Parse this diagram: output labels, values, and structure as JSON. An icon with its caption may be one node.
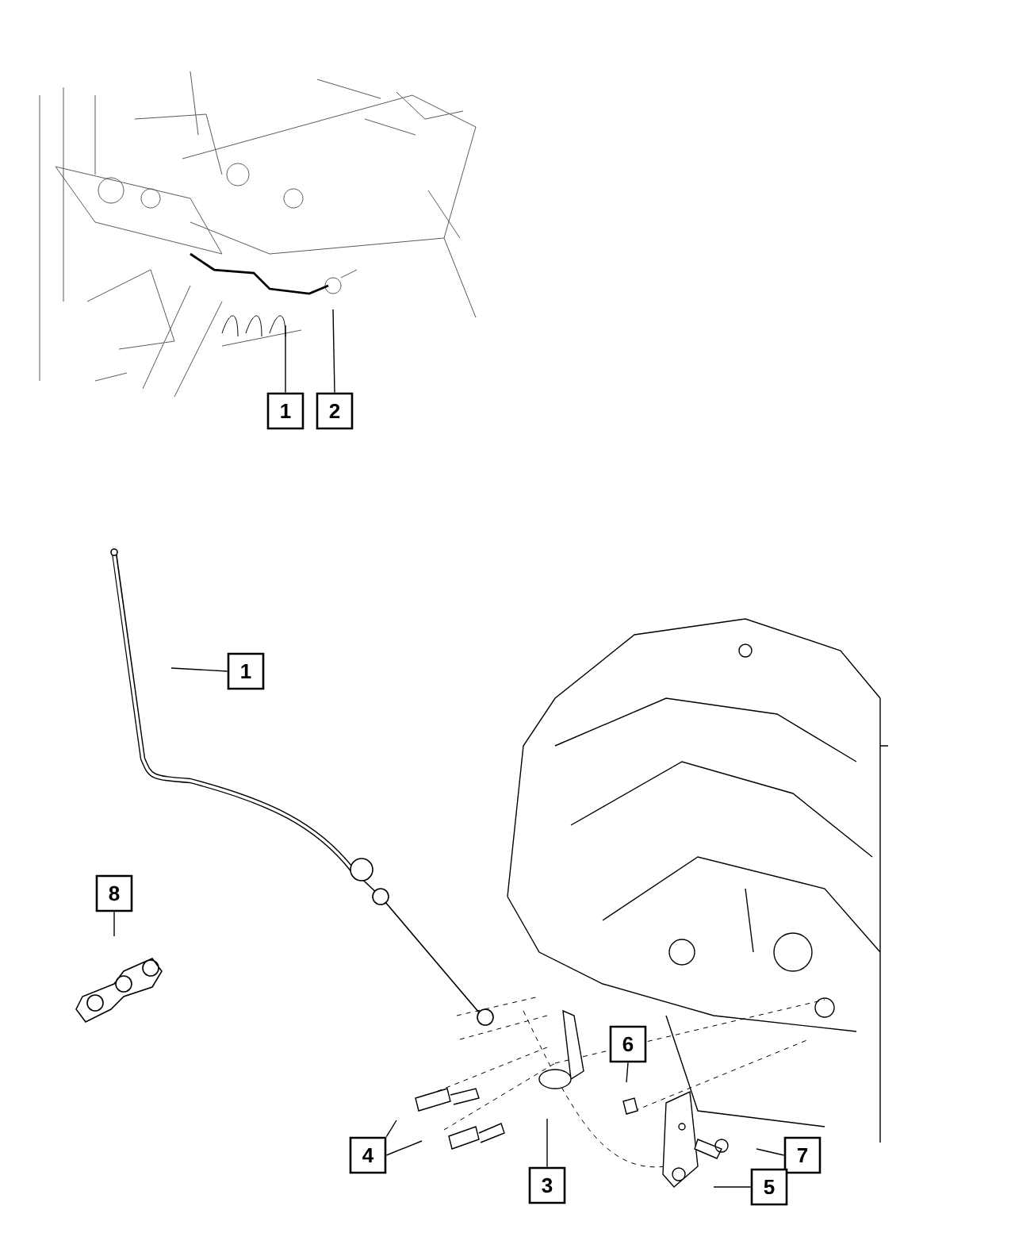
{
  "diagram": {
    "nodes": [
      {
        "text": [
          "1"
        ]
      },
      {
        "text": [
          "2"
        ]
      },
      {
        "text": [
          "1"
        ]
      },
      {
        "text": [
          "8"
        ]
      },
      {
        "text": [
          "6"
        ]
      },
      {
        "text": [
          "4"
        ]
      },
      {
        "text": [
          "3"
        ]
      },
      {
        "text": [
          "7"
        ]
      },
      {
        "text": [
          "5"
        ]
      }
    ],
    "edges": [
      {
        "from": 0,
        "to": null,
        "arrow": "none"
      },
      {
        "from": 1,
        "to": null,
        "arrow": "none"
      },
      {
        "from": 2,
        "to": null,
        "arrow": "none"
      },
      {
        "from": 3,
        "to": null,
        "arrow": "none"
      },
      {
        "from": 4,
        "to": null,
        "arrow": "none"
      },
      {
        "from": 5,
        "to": null,
        "arrow": "none"
      },
      {
        "from": 5,
        "to": null,
        "arrow": "none"
      },
      {
        "from": 6,
        "to": null,
        "arrow": "none"
      },
      {
        "from": 7,
        "to": null,
        "arrow": "none"
      },
      {
        "from": 8,
        "to": null,
        "arrow": "none"
      }
    ]
  }
}
